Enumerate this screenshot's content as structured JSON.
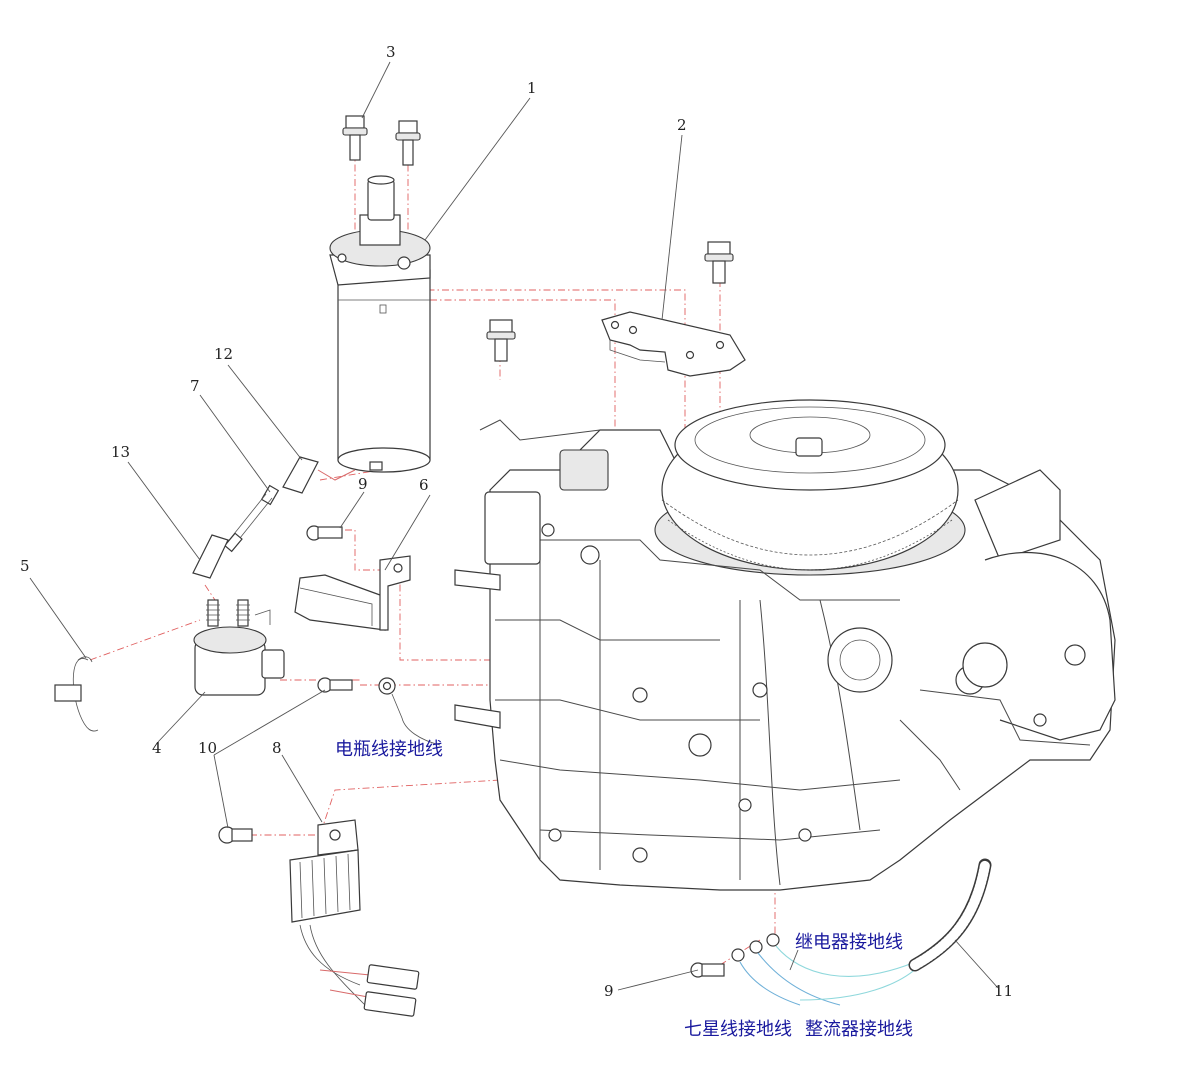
{
  "labels": {
    "p1": "1",
    "p2": "2",
    "p3": "3",
    "p4": "4",
    "p5": "5",
    "p6": "6",
    "p7": "7",
    "p8": "8",
    "p9a": "9",
    "p9b": "9",
    "p10": "10",
    "p11": "11",
    "p12": "12",
    "p13": "13"
  },
  "annotations": {
    "battery_ground": "电瓶线接地线",
    "relay_ground": "继电器接地线",
    "stator_ground": "七星线接地线",
    "rectifier_ground": "整流器接地线"
  },
  "colors": {
    "annotation_text": "#1a1a9e",
    "assembly_line": "#e06060",
    "ground_wire": "#6fb0d8"
  }
}
